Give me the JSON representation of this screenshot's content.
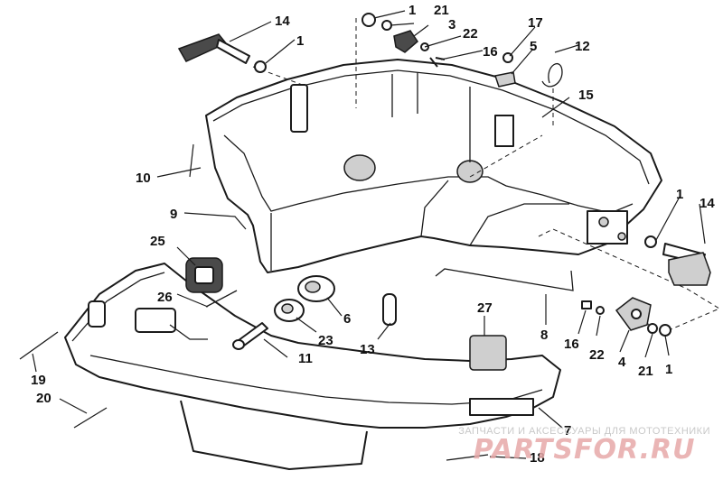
{
  "figure": {
    "callouts": [
      {
        "id": "c14a",
        "label": "14"
      },
      {
        "id": "c1a",
        "label": "1"
      },
      {
        "id": "c1b",
        "label": "1"
      },
      {
        "id": "c21a",
        "label": "21"
      },
      {
        "id": "c3",
        "label": "3"
      },
      {
        "id": "c22a",
        "label": "22"
      },
      {
        "id": "c16a",
        "label": "16"
      },
      {
        "id": "c17",
        "label": "17"
      },
      {
        "id": "c5",
        "label": "5"
      },
      {
        "id": "c12",
        "label": "12"
      },
      {
        "id": "c15",
        "label": "15"
      },
      {
        "id": "c10",
        "label": "10"
      },
      {
        "id": "c9",
        "label": "9"
      },
      {
        "id": "c1c",
        "label": "1"
      },
      {
        "id": "c14b",
        "label": "14"
      },
      {
        "id": "c25",
        "label": "25"
      },
      {
        "id": "c26",
        "label": "26"
      },
      {
        "id": "c6",
        "label": "6"
      },
      {
        "id": "c23",
        "label": "23"
      },
      {
        "id": "c11",
        "label": "11"
      },
      {
        "id": "c13",
        "label": "13"
      },
      {
        "id": "c8",
        "label": "8"
      },
      {
        "id": "c27",
        "label": "27"
      },
      {
        "id": "c16b",
        "label": "16"
      },
      {
        "id": "c22b",
        "label": "22"
      },
      {
        "id": "c4",
        "label": "4"
      },
      {
        "id": "c21b",
        "label": "21"
      },
      {
        "id": "c1d",
        "label": "1"
      },
      {
        "id": "c19",
        "label": "19"
      },
      {
        "id": "c20",
        "label": "20"
      },
      {
        "id": "c7",
        "label": "7"
      },
      {
        "id": "c18",
        "label": "18"
      }
    ]
  },
  "watermark": {
    "caption": "ЗАПЧАСТИ И АКСЕССУАРЫ ДЛЯ МОТОТЕХНИКИ",
    "brand": "PARTSFOR.RU",
    "brand_color": "#e7a9a9"
  }
}
